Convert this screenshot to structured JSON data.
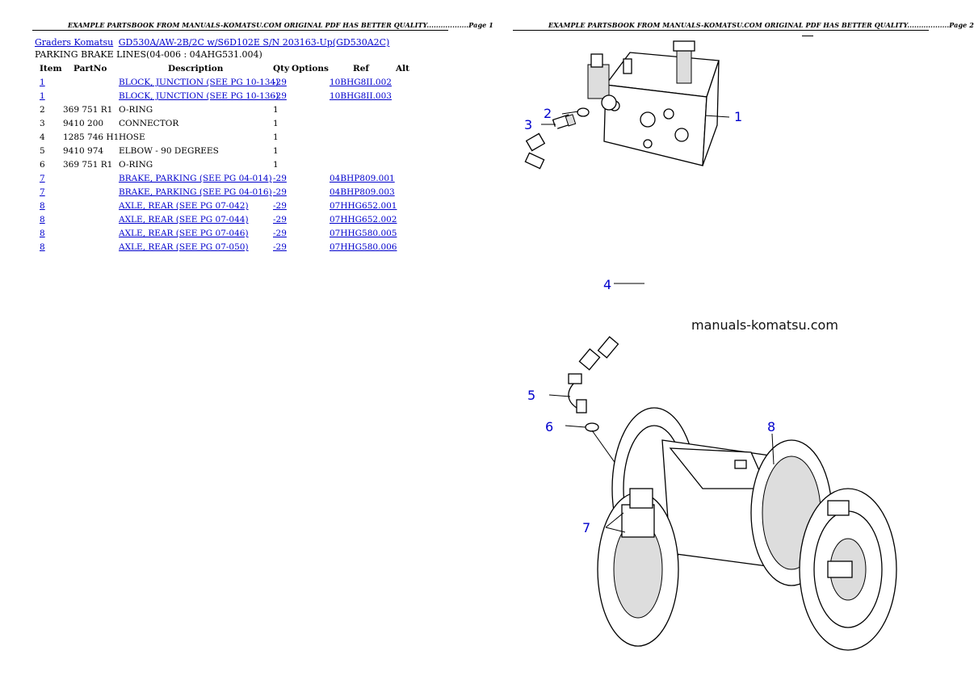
{
  "header": {
    "page1": "EXAMPLE PARTSBOOK FROM MANUALS-KOMATSU.COM ORIGINAL PDF HAS BETTER QUALITY..................Page 1",
    "page2": "EXAMPLE PARTSBOOK FROM MANUALS-KOMATSU.COM ORIGINAL PDF HAS BETTER QUALITY..................Page 2"
  },
  "breadcrumb": {
    "brand": "Graders Komatsu",
    "model": "GD530A/AW-2B/2C w/S6D102E S/N 203163-Up(GD530A2C)"
  },
  "subtitle": "PARKING BRAKE LINES(04-006 : 04AHG531.004)",
  "table": {
    "headers": {
      "item": "Item",
      "partno": "PartNo",
      "description": "Description",
      "qty": "Qty",
      "options": "Options",
      "ref": "Ref",
      "alt": "Alt"
    },
    "rows": [
      {
        "item": "1",
        "partno": "",
        "description": "BLOCK, JUNCTION (SEE PG 10-134)",
        "qty": "-29",
        "ref": "10BHG8II.002",
        "alt": "",
        "link": true
      },
      {
        "item": "1",
        "partno": "",
        "description": "BLOCK, JUNCTION (SEE PG 10-136)",
        "qty": "-29",
        "ref": "10BHG8II.003",
        "alt": "",
        "link": true
      },
      {
        "item": "2",
        "partno": "369 751 R1",
        "description": "O-RING",
        "qty": "1",
        "ref": "",
        "alt": "",
        "link": false
      },
      {
        "item": "3",
        "partno": "9410 200",
        "description": "CONNECTOR",
        "qty": "1",
        "ref": "",
        "alt": "",
        "link": false
      },
      {
        "item": "4",
        "partno": "1285 746 H1",
        "description": "HOSE",
        "qty": "1",
        "ref": "",
        "alt": "",
        "link": false
      },
      {
        "item": "5",
        "partno": "9410 974",
        "description": "ELBOW - 90 DEGREES",
        "qty": "1",
        "ref": "",
        "alt": "",
        "link": false
      },
      {
        "item": "6",
        "partno": "369 751 R1",
        "description": "O-RING",
        "qty": "1",
        "ref": "",
        "alt": "",
        "link": false
      },
      {
        "item": "7",
        "partno": "",
        "description": "BRAKE, PARKING (SEE PG 04-014)",
        "qty": "-29",
        "ref": "04BHP809.001",
        "alt": "",
        "link": true
      },
      {
        "item": "7",
        "partno": "",
        "description": "BRAKE, PARKING (SEE PG 04-016)",
        "qty": "-29",
        "ref": "04BHP809.003",
        "alt": "",
        "link": true
      },
      {
        "item": "8",
        "partno": "",
        "description": "AXLE, REAR (SEE PG 07-042)",
        "qty": "-29",
        "ref": "07HHG652.001",
        "alt": "",
        "link": true
      },
      {
        "item": "8",
        "partno": "",
        "description": "AXLE, REAR (SEE PG 07-044)",
        "qty": "-29",
        "ref": "07HHG652.002",
        "alt": "",
        "link": true
      },
      {
        "item": "8",
        "partno": "",
        "description": "AXLE, REAR (SEE PG 07-046)",
        "qty": "-29",
        "ref": "07HHG580.005",
        "alt": "",
        "link": true
      },
      {
        "item": "8",
        "partno": "",
        "description": "AXLE, REAR (SEE PG 07-050)",
        "qty": "-29",
        "ref": "07HHG580.006",
        "alt": "",
        "link": true
      }
    ]
  },
  "diagram": {
    "watermark": "manuals-komatsu.com",
    "callouts": [
      "1",
      "2",
      "3",
      "4",
      "5",
      "6",
      "7",
      "8"
    ],
    "callout_color": "#0000cc"
  }
}
